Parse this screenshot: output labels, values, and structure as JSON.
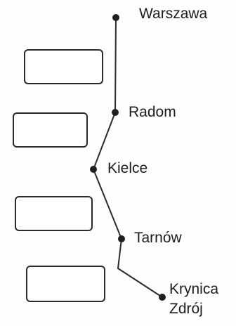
{
  "route": {
    "stations": [
      {
        "name": "Warszawa"
      },
      {
        "name": "Radom"
      },
      {
        "name": "Kielce"
      },
      {
        "name": "Tarnów"
      },
      {
        "name": "Krynica\nZdrój"
      }
    ]
  },
  "answer_boxes": [
    {
      "value": ""
    },
    {
      "value": ""
    },
    {
      "value": ""
    },
    {
      "value": ""
    }
  ],
  "colors": {
    "line": "#2b2b2b",
    "dot": "#1f1f1f",
    "text": "#1d1d1d",
    "box_border": "#2a2a2a"
  }
}
